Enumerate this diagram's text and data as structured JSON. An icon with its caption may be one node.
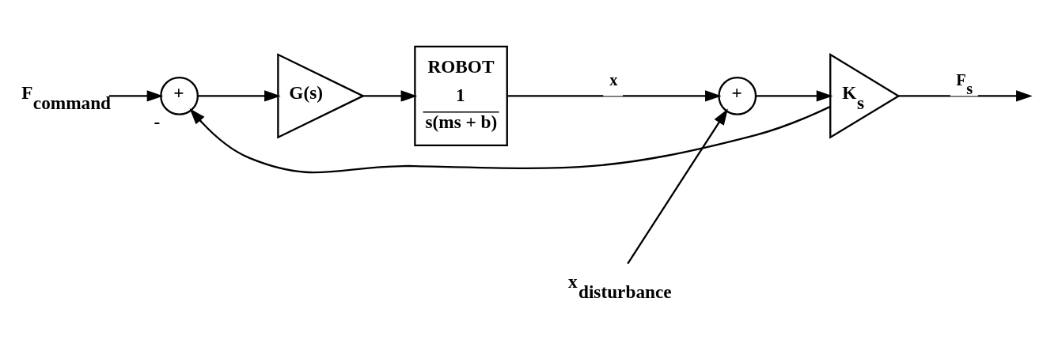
{
  "diagram": {
    "nodes": [
      {
        "text": [
          "F$_{command}$"
        ]
      },
      {
        "text": [
          "+"
        ],
        "beside": [
          "-"
        ]
      },
      {
        "text": [
          "G(s)"
        ]
      },
      {
        "text": [
          "ROBOT",
          "1",
          "s(ms + b)"
        ]
      },
      {
        "text": [
          "x$_{disturbance}$"
        ]
      },
      {
        "text": [
          "+"
        ]
      },
      {
        "text": [
          "K$_{s}$"
        ]
      }
    ],
    "edges": [
      {
        "from": 0,
        "to": 1,
        "arrow": "to"
      },
      {
        "from": 1,
        "to": 2,
        "arrow": "to"
      },
      {
        "from": 2,
        "to": 3,
        "arrow": "to"
      },
      {
        "from": 3,
        "to": 5,
        "arrow": "to",
        "label": "x"
      },
      {
        "from": 4,
        "to": 5,
        "arrow": "to"
      },
      {
        "from": 5,
        "to": 6,
        "arrow": "to"
      },
      {
        "from": 6,
        "to": null,
        "arrow": "to",
        "label": "F$_{s}$"
      },
      {
        "from": 6,
        "to": 1,
        "arrow": "to"
      }
    ]
  }
}
